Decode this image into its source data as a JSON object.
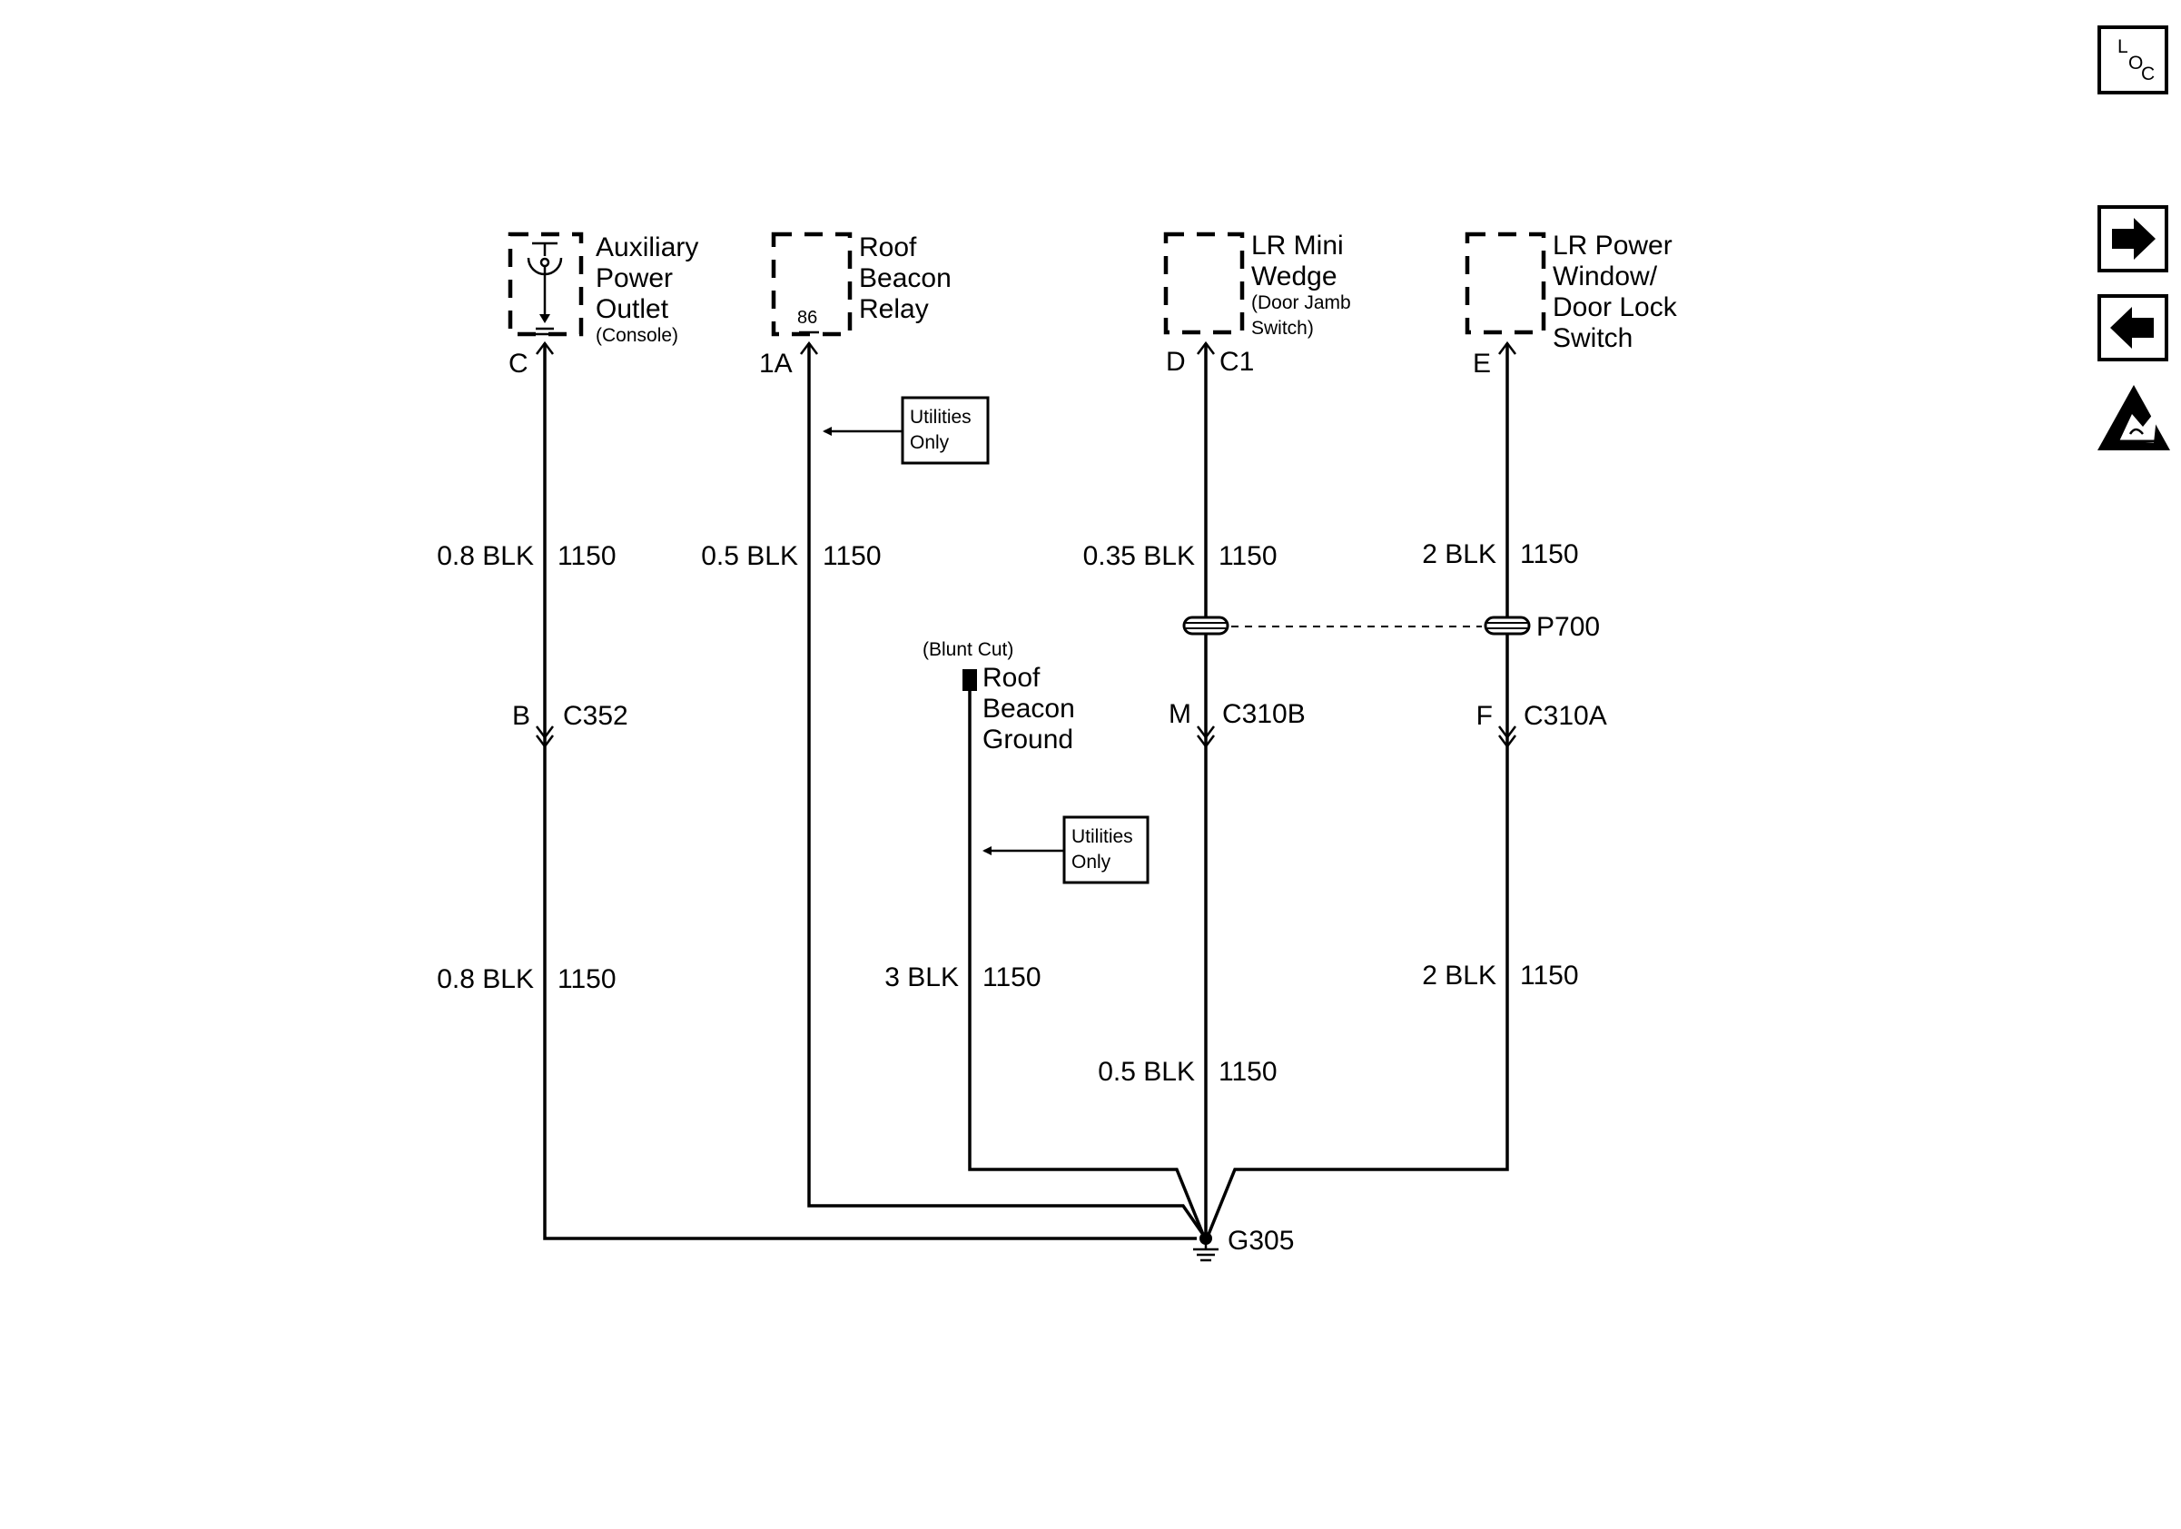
{
  "components": {
    "aux_outlet": {
      "l1": "Auxiliary",
      "l2": "Power",
      "l3": "Outlet",
      "l4": "(Console)",
      "pin": "C"
    },
    "roof_relay": {
      "l1": "Roof",
      "l2": "Beacon",
      "l3": "Relay",
      "terminal": "86",
      "pin": "1A"
    },
    "lr_mini_wedge": {
      "l1": "LR Mini",
      "l2": "Wedge",
      "l3": "(Door Jamb",
      "l4": "Switch)",
      "pin": "D",
      "connector": "C1"
    },
    "lr_power_window": {
      "l1": "LR Power",
      "l2": "Window/",
      "l3": "Door Lock",
      "l4": "Switch",
      "pin": "E"
    }
  },
  "wires": {
    "w1_upper": {
      "gauge": "0.8 BLK",
      "circuit": "1150"
    },
    "w2": {
      "gauge": "0.5 BLK",
      "circuit": "1150"
    },
    "w3_upper": {
      "gauge": "0.35 BLK",
      "circuit": "1150"
    },
    "w4_upper": {
      "gauge": "2 BLK",
      "circuit": "1150"
    },
    "w1_lower": {
      "gauge": "0.8 BLK",
      "circuit": "1150"
    },
    "ground_wire": {
      "gauge": "3 BLK",
      "circuit": "1150"
    },
    "w4_lower": {
      "gauge": "2 BLK",
      "circuit": "1150"
    },
    "w3_lower": {
      "gauge": "0.5 BLK",
      "circuit": "1150"
    }
  },
  "connectors": {
    "c352": {
      "pin": "B",
      "name": "C352"
    },
    "c310b": {
      "pin": "M",
      "name": "C310B"
    },
    "c310a": {
      "pin": "F",
      "name": "C310A"
    },
    "p700": {
      "name": "P700"
    }
  },
  "roof_beacon_ground": {
    "note": "(Blunt Cut)",
    "l1": "Roof",
    "l2": "Beacon",
    "l3": "Ground"
  },
  "notes": {
    "utilities_1": {
      "l1": "Utilities",
      "l2": "Only"
    },
    "utilities_2": {
      "l1": "Utilities",
      "l2": "Only"
    }
  },
  "ground_point": {
    "name": "G305"
  },
  "side_icons": {
    "loc_letters": [
      "L",
      "O",
      "C"
    ],
    "loc": "location-icon",
    "next": "arrow-right-icon",
    "prev": "arrow-left-icon",
    "esd": "esd-warning-icon"
  }
}
